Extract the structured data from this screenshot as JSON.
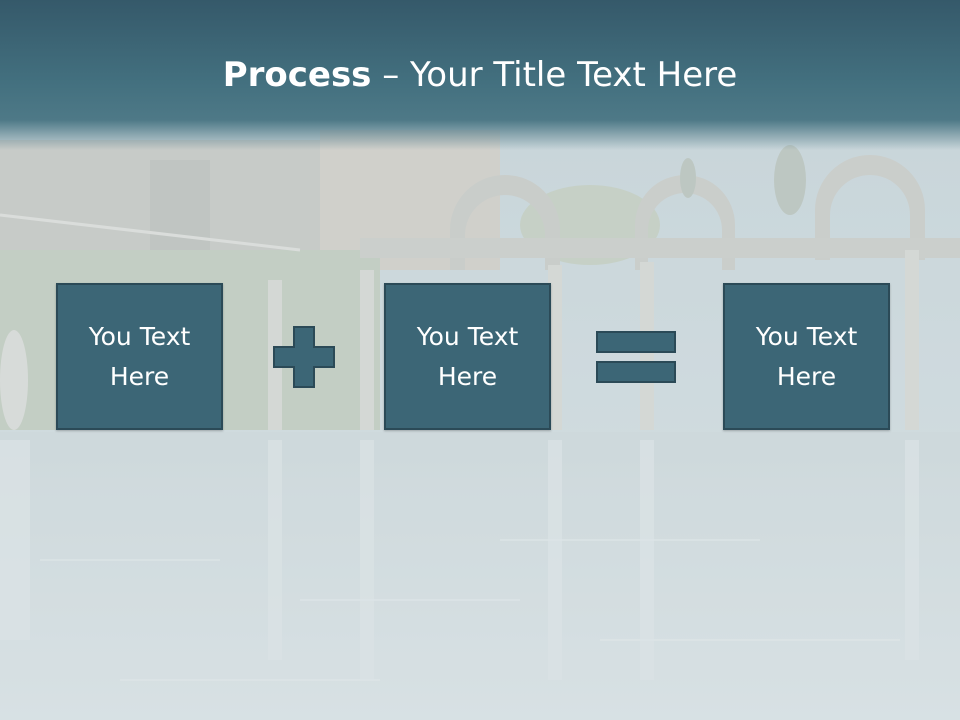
{
  "slide": {
    "title_strong": "Process",
    "title_rest": " – Your Title Text Here",
    "operands": [
      {
        "label": "You Text Here"
      },
      {
        "label": "You Text Here"
      },
      {
        "label": "You Text Here"
      }
    ],
    "operators": [
      "plus-icon",
      "equals-icon"
    ],
    "colors": {
      "title_band": "#43707f",
      "box_fill": "#3c6676",
      "box_border": "#2b4a57",
      "text": "#ffffff"
    }
  }
}
